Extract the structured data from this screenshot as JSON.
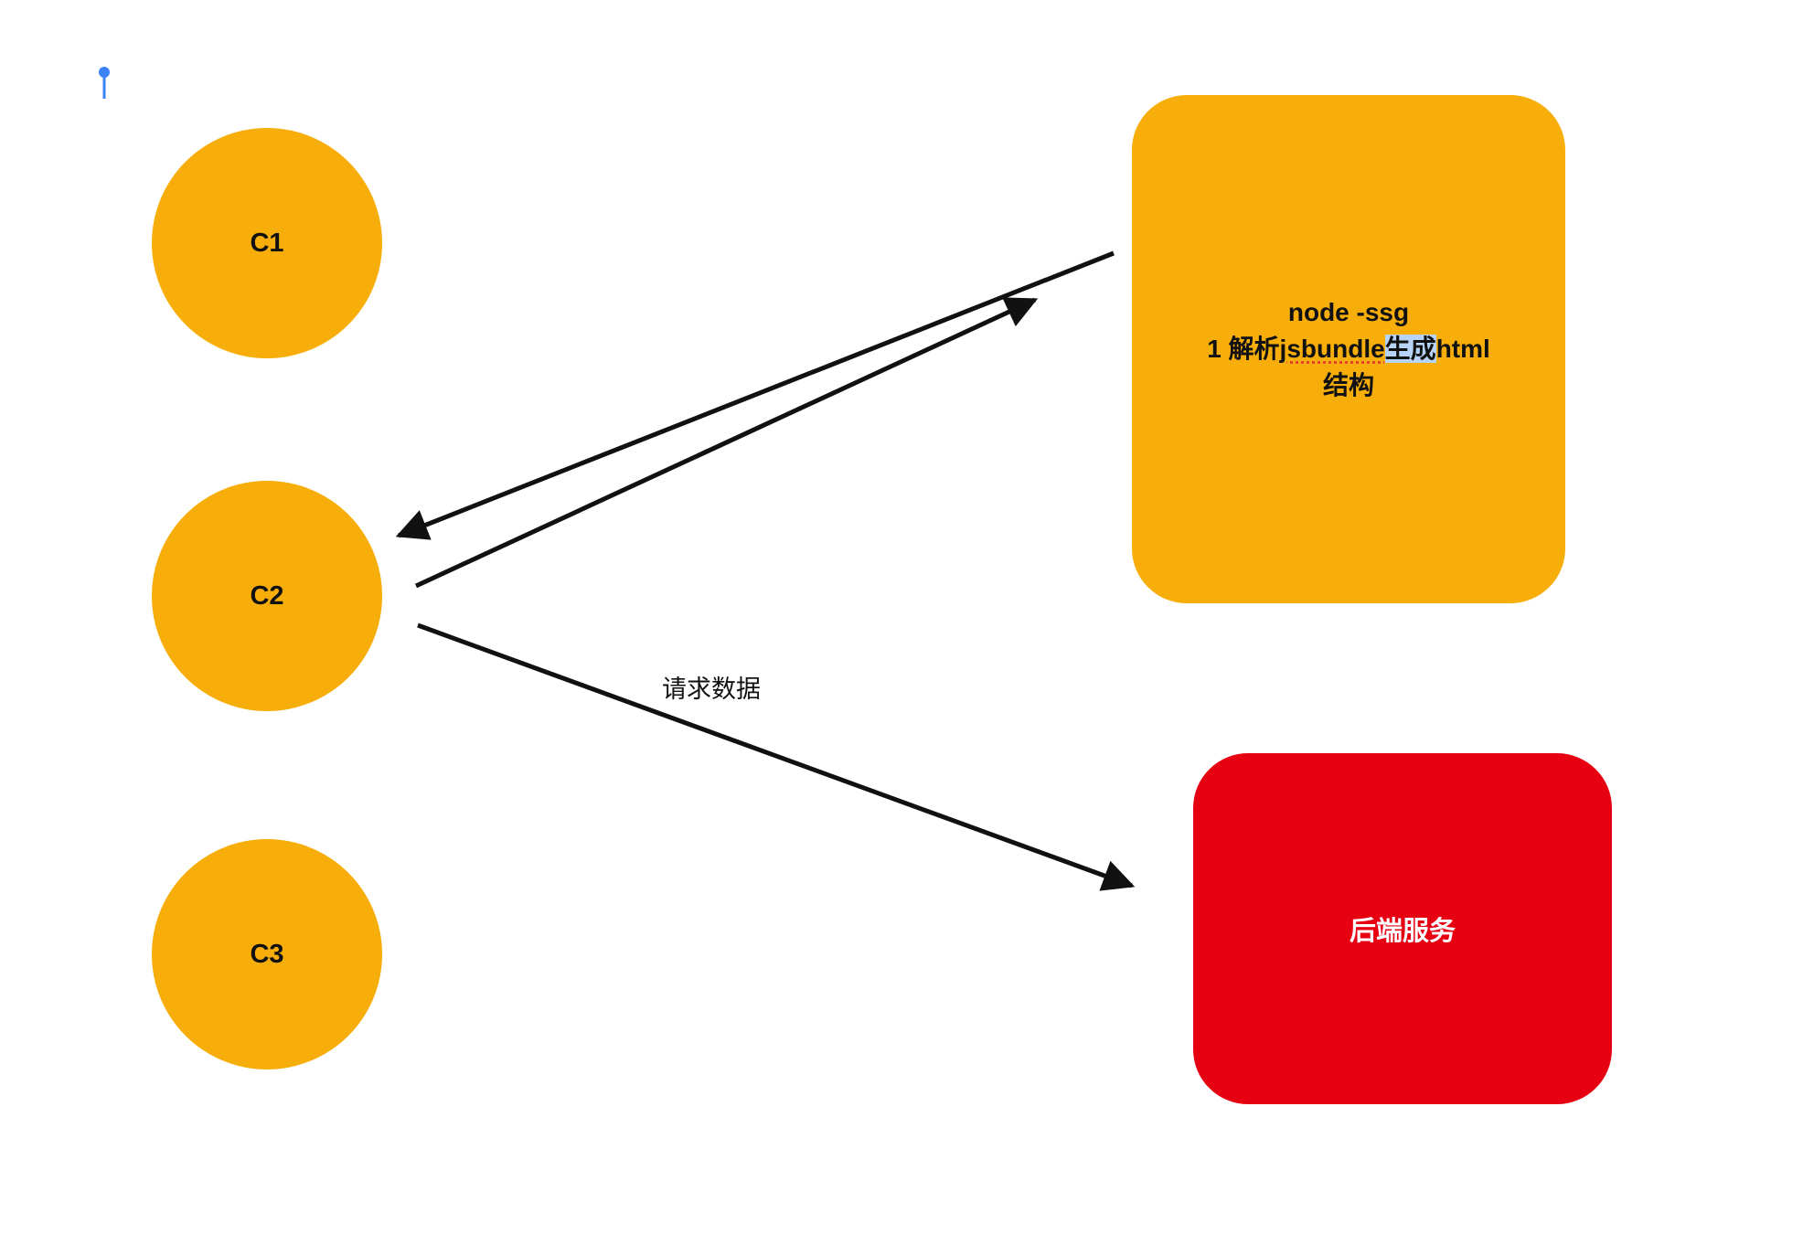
{
  "nodes": {
    "c1": {
      "label": "C1",
      "color": "#F7AE0B"
    },
    "c2": {
      "label": "C2",
      "color": "#F7AE0B"
    },
    "c3": {
      "label": "C3",
      "color": "#F7AE0B"
    },
    "ssg": {
      "line1": "node -ssg",
      "line2_prefix": "1 解析",
      "line2_spell": "jsbundle",
      "line2_highlight": "生成",
      "line2_suffix": "html",
      "line3": "结构",
      "color": "#F7AE0B"
    },
    "backend": {
      "label": "后端服务",
      "color": "#E60012"
    }
  },
  "edges": {
    "request_label": "请求数据"
  },
  "colors": {
    "arrow": "#111111",
    "cursor": "#3B82F6"
  }
}
